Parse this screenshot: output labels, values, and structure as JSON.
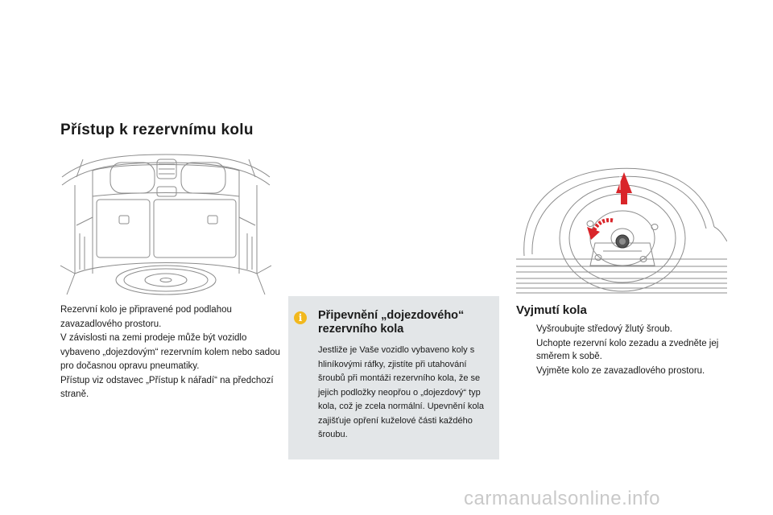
{
  "page_title": "Přístup k rezervnímu kolu",
  "intro_text": "Rezervní kolo je připravené pod podlahou zavazadlového prostoru.\nV závislosti na zemi prodeje může být vozidlo vybaveno „dojezdovým“ rezervním kolem nebo sadou pro dočasnou opravu pneumatiky.\nPřístup viz odstavec „Přístup k nářadí“ na předchozí straně.",
  "info_box": {
    "icon": "info-icon",
    "icon_glyph": "i",
    "title": "Připevnění „dojezdového“ rezervního kola",
    "text": "Jestliže je Vaše vozidlo vybaveno koly s hliníkovými ráfky, zjistíte při utahování šroubů při montáži rezervního kola, že se jejich podložky neopřou o „dojezdový“ typ kola, což je zcela normální. Upevnění kola zajišťuje opření kuželové části každého šroubu."
  },
  "removal": {
    "title": "Vyjmutí kola",
    "bullet_glyph": "",
    "steps": [
      "Vyšroubujte středový žlutý šroub.",
      "Uchopte rezervní kolo zezadu a zvedněte jej směrem k sobě.",
      "Vyjměte kolo ze zavazadlového prostoru."
    ]
  },
  "watermark": "carmanualsonline.info",
  "colors": {
    "info_background": "#e3e6e8",
    "info_icon": "#f2b81d",
    "arrow_red": "#d9252a",
    "line_art": "#8c8c8c"
  }
}
